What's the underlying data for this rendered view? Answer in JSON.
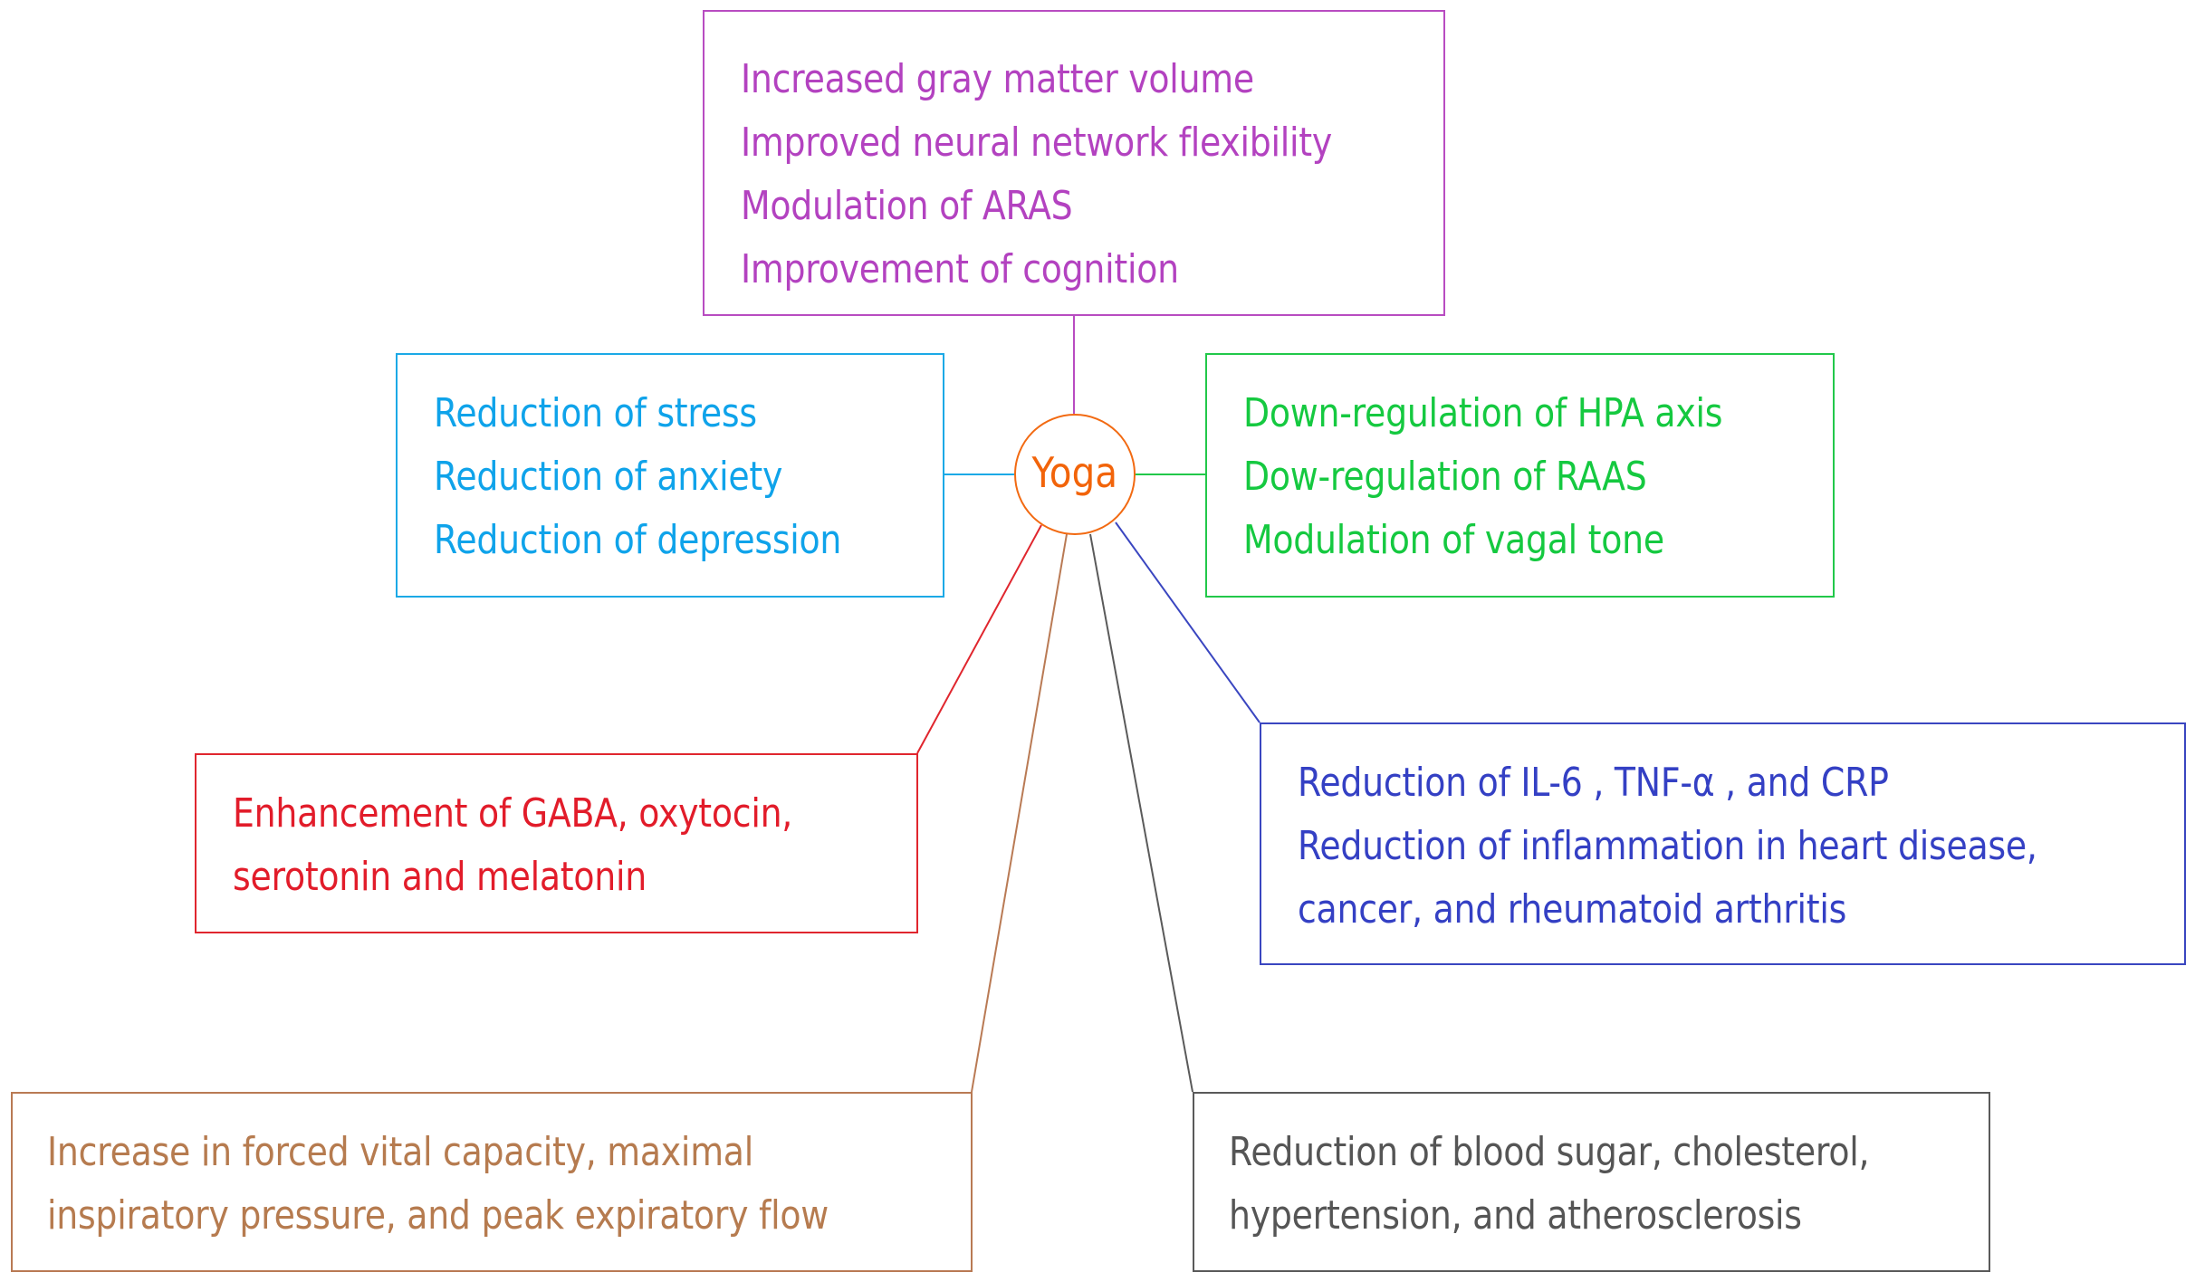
{
  "diagram": {
    "center": {
      "label": "Yoga",
      "color": "#f2640a"
    },
    "boxes": {
      "brain": {
        "color": "#b342c0",
        "lines": [
          "Increased gray matter volume",
          "Improved neural network flexibility",
          "Modulation of ARAS",
          "Improvement of cognition"
        ]
      },
      "mood": {
        "color": "#0fa3ea",
        "lines": [
          "Reduction of stress",
          "Reduction of anxiety",
          "Reduction of depression"
        ]
      },
      "stress_axis": {
        "color": "#15c940",
        "lines": [
          "Down-regulation of HPA axis",
          "Dow-regulation of RAAS",
          "Modulation of vagal tone"
        ]
      },
      "neurotransmitters": {
        "color": "#e21c2a",
        "lines": [
          "Enhancement of GABA, oxytocin,",
          "serotonin and melatonin"
        ]
      },
      "inflammation": {
        "color": "#3440c4",
        "lines": [
          "Reduction of IL-6 , TNF-α , and CRP",
          "Reduction of inflammation in heart disease,",
          "cancer, and rheumatoid arthritis"
        ]
      },
      "respiratory": {
        "color": "#b67b4f",
        "lines": [
          "Increase in forced vital capacity, maximal",
          "inspiratory pressure, and peak expiratory flow"
        ]
      },
      "metabolic": {
        "color": "#555555",
        "lines": [
          "Reduction of blood sugar, cholesterol,",
          "hypertension, and atherosclerosis"
        ]
      }
    }
  }
}
